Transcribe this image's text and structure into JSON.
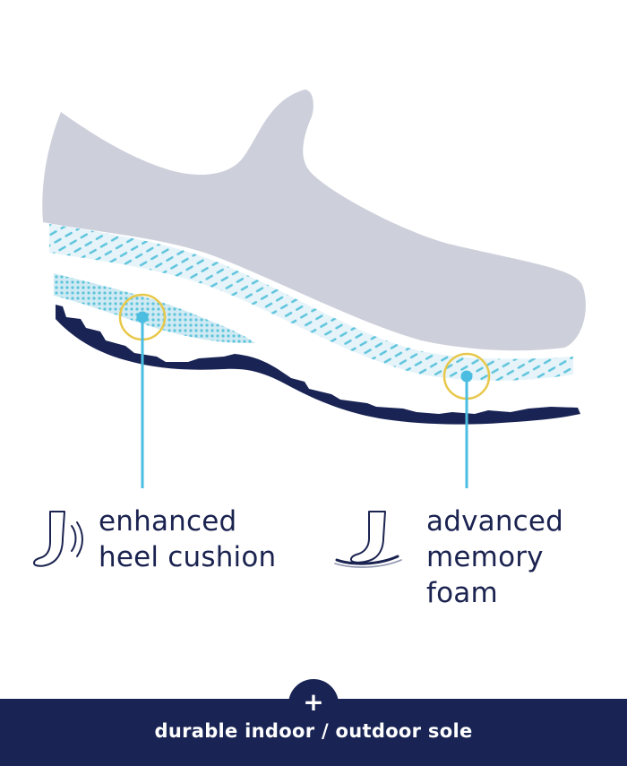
{
  "features": [
    {
      "icon": "heel-cushion-foot-icon",
      "lines": [
        "enhanced",
        "heel cushion"
      ]
    },
    {
      "icon": "memory-foam-foot-icon",
      "lines": [
        "advanced",
        "memory",
        "foam"
      ]
    }
  ],
  "footer": {
    "badge": "+",
    "text": "durable indoor / outdoor sole"
  },
  "colors": {
    "shoe_upper": "#cdd0db",
    "foam_pattern": "#5ec4dc",
    "foam_background": "#e6f4fa",
    "sole": "#192454",
    "pointer_line": "#4bbde0",
    "highlight_ring": "#e8c84a",
    "text": "#1b2350",
    "footer_background": "#192454"
  }
}
